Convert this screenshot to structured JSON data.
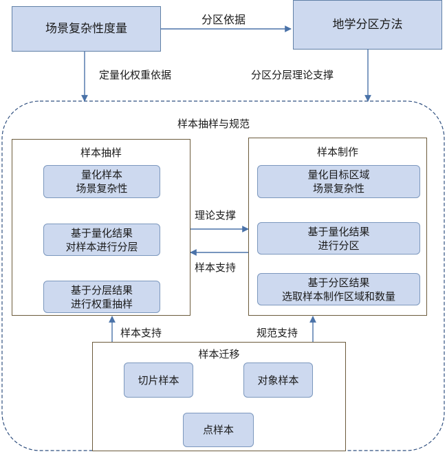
{
  "top": {
    "left_box": "场景复杂性度量",
    "right_box": "地学分区方法",
    "connector_label": "分区依据"
  },
  "vertical_labels": {
    "left": "定量化权重依据",
    "right": "分区分层理论支撑"
  },
  "outer": {
    "title": "样本抽样与规范"
  },
  "sampling": {
    "title": "样本抽样",
    "steps": [
      {
        "line1": "量化样本",
        "line2": "场景复杂性"
      },
      {
        "line1": "基于量化结果",
        "line2": "对样本进行分层"
      },
      {
        "line1": "基于分层结果",
        "line2": "进行权重抽样"
      }
    ]
  },
  "production": {
    "title": "样本制作",
    "steps": [
      {
        "line1": "量化目标区域",
        "line2": "场景复杂性"
      },
      {
        "line1": "基于量化结果",
        "line2": "进行分区"
      },
      {
        "line1": "基于分区结果",
        "line2": "选取样本制作区域和数量"
      }
    ]
  },
  "middle_labels": {
    "to_production": "理论支撑",
    "to_sampling": "样本支持"
  },
  "bottom_labels": {
    "left": "样本支持",
    "right": "规范支持"
  },
  "migration": {
    "title": "样本迁移",
    "slice": "切片样本",
    "object": "对象样本",
    "point": "点样本"
  },
  "colors": {
    "box_fill": "#cdd9ef",
    "box_border": "#5f7fa6",
    "arrow_blue": "#4a72a8",
    "panel_border": "#6b5a3a",
    "dashed_border": "#2f4f7f"
  }
}
